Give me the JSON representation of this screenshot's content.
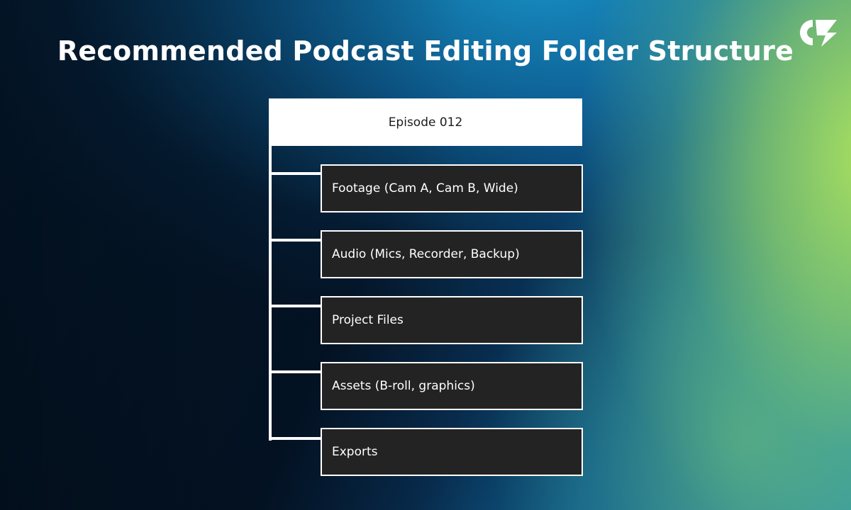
{
  "title": "Recommended Podcast Editing Folder Structure",
  "logo_icon": "brand-logo-icon",
  "colors": {
    "folder_fill": "#232323",
    "lines": "#ffffff",
    "root_fill": "#ffffff",
    "accent_green": "#a6dc64",
    "accent_blue": "#1a96cd"
  },
  "tree": {
    "root": "Episode 012",
    "children": [
      "Footage (Cam A, Cam B, Wide)",
      "Audio (Mics, Recorder, Backup)",
      "Project Files",
      "Assets (B-roll, graphics)",
      "Exports"
    ]
  }
}
